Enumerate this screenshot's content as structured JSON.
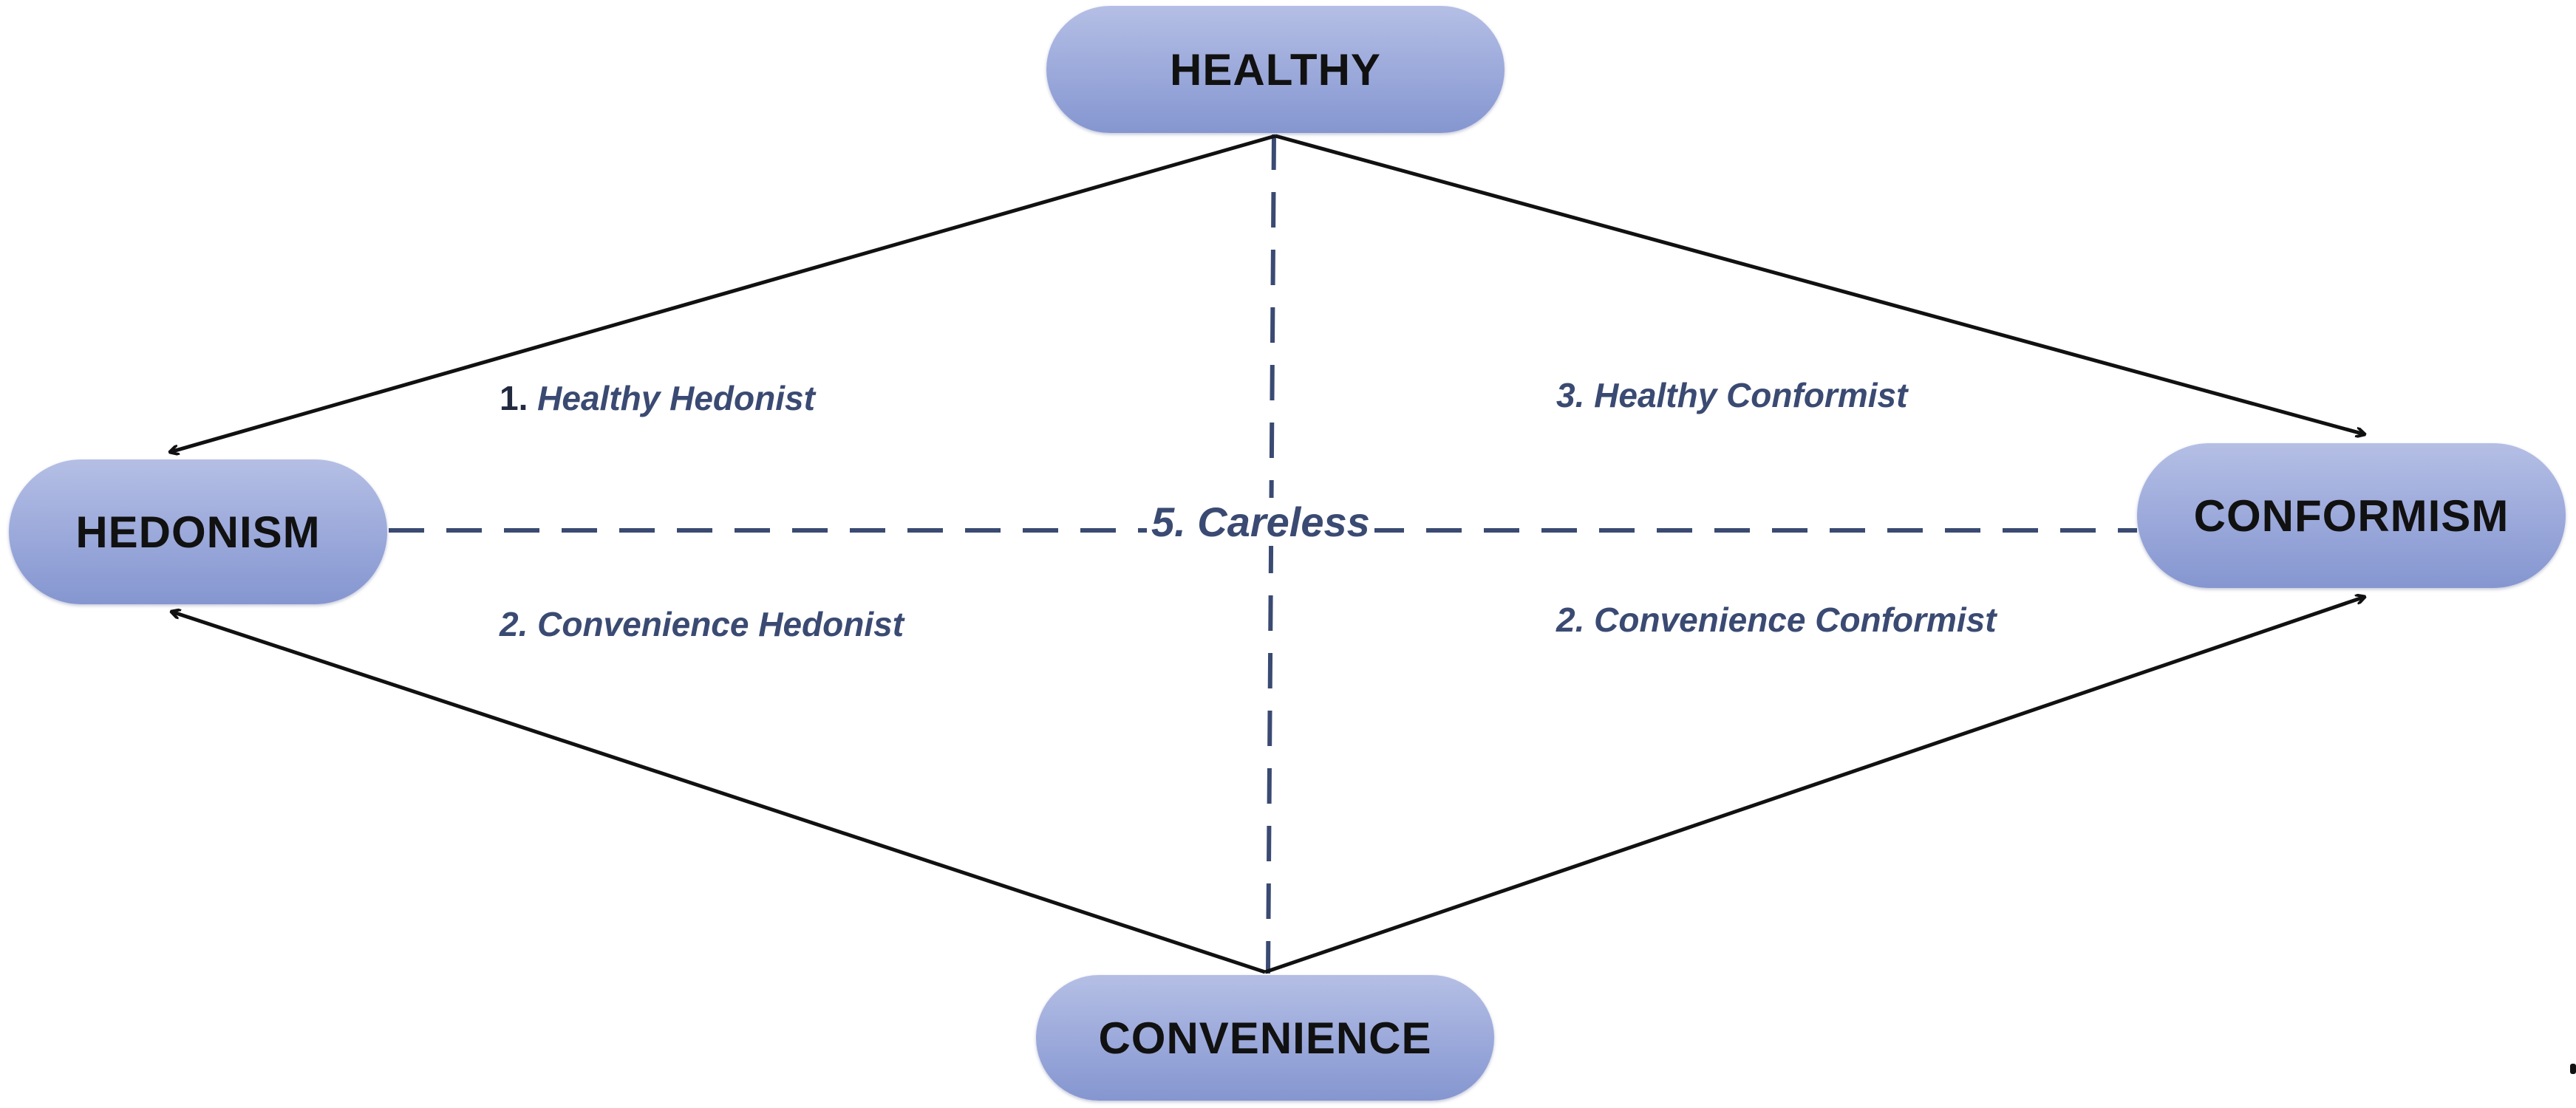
{
  "nodes": {
    "healthy": "HEALTHY",
    "hedonism": "HEDONISM",
    "conformism": "CONFORMISM",
    "convenience": "CONVENIENCE"
  },
  "segments": {
    "healthy_hedonist": {
      "number": "1.",
      "name": "Healthy Hedonist"
    },
    "healthy_conformist": "3. Healthy Conformist",
    "convenience_hedonist": "2. Convenience Hedonist",
    "convenience_conformist": "2. Convenience Conformist",
    "careless": "5. Careless"
  },
  "colors": {
    "node_fill": "#9aa8da",
    "label_text": "#3a4a72",
    "arrow": "#111111",
    "dashed_line": "#3a4a72"
  }
}
